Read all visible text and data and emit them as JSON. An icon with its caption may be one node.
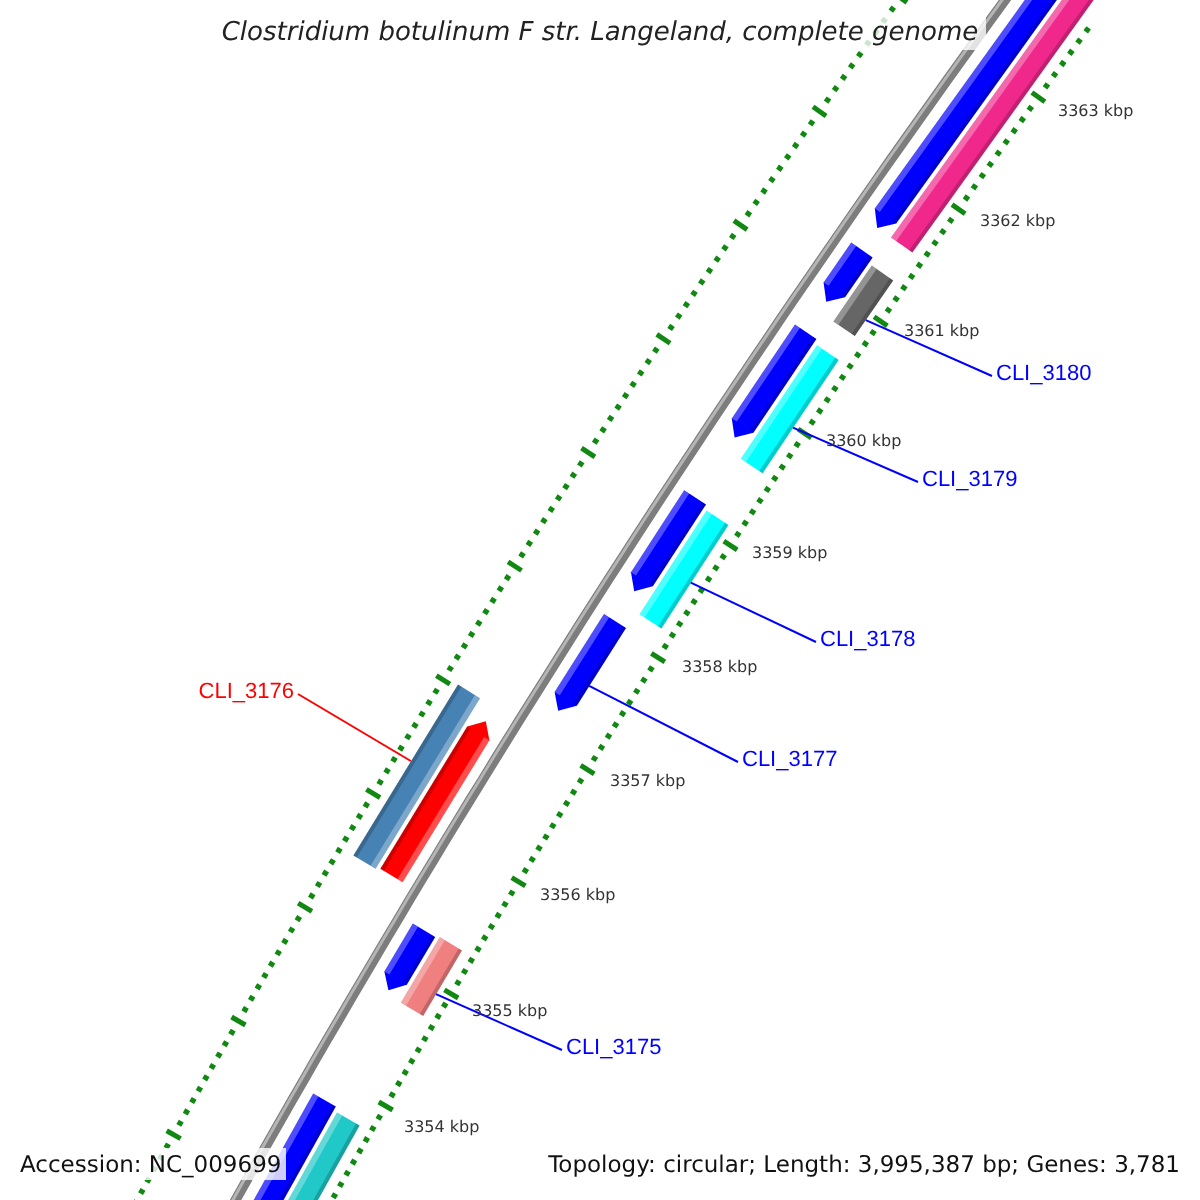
{
  "diagram": {
    "title": "Clostridium botulinum F str. Langeland, complete genome",
    "nodes": [
      {
        "text": [
          "CLI_3180"
        ]
      },
      {
        "text": [
          "CLI_3179"
        ]
      },
      {
        "text": [
          "CLI_3178"
        ]
      },
      {
        "text": [
          "CLI_3176"
        ]
      },
      {
        "text": [
          "CLI_3177"
        ]
      },
      {
        "text": [
          "CLI_3175"
        ]
      },
      {
        "text": [],
        "shape": "bar"
      },
      {
        "text": [],
        "shape": "bar"
      },
      {
        "text": [],
        "shape": "bar"
      },
      {
        "text": [],
        "shape": "bar"
      },
      {
        "text": [],
        "shape": "bar"
      },
      {
        "text": [],
        "shape": "bar"
      }
    ],
    "edges": [
      {
        "from": 0,
        "to": 6,
        "arrow": "none"
      },
      {
        "from": 1,
        "to": 7,
        "arrow": "none"
      },
      {
        "from": 2,
        "to": 8,
        "arrow": "none"
      },
      {
        "from": 3,
        "to": 10,
        "arrow": "none",
        "color": "#ff0000"
      },
      {
        "from": 4,
        "to": 9,
        "arrow": "none"
      },
      {
        "from": 5,
        "to": 11,
        "arrow": "none"
      }
    ],
    "labels": [
      "3363 kbp",
      "3362 kbp",
      "3361 kbp",
      "3360 kbp",
      "3359 kbp",
      "3358 kbp",
      "3357 kbp",
      "3356 kbp",
      "3355 kbp",
      "3354 kbp",
      "Accession: NC_009699",
      "Topology: circular; Length: 3,995,387 bp; Genes: 3,781"
    ]
  }
}
